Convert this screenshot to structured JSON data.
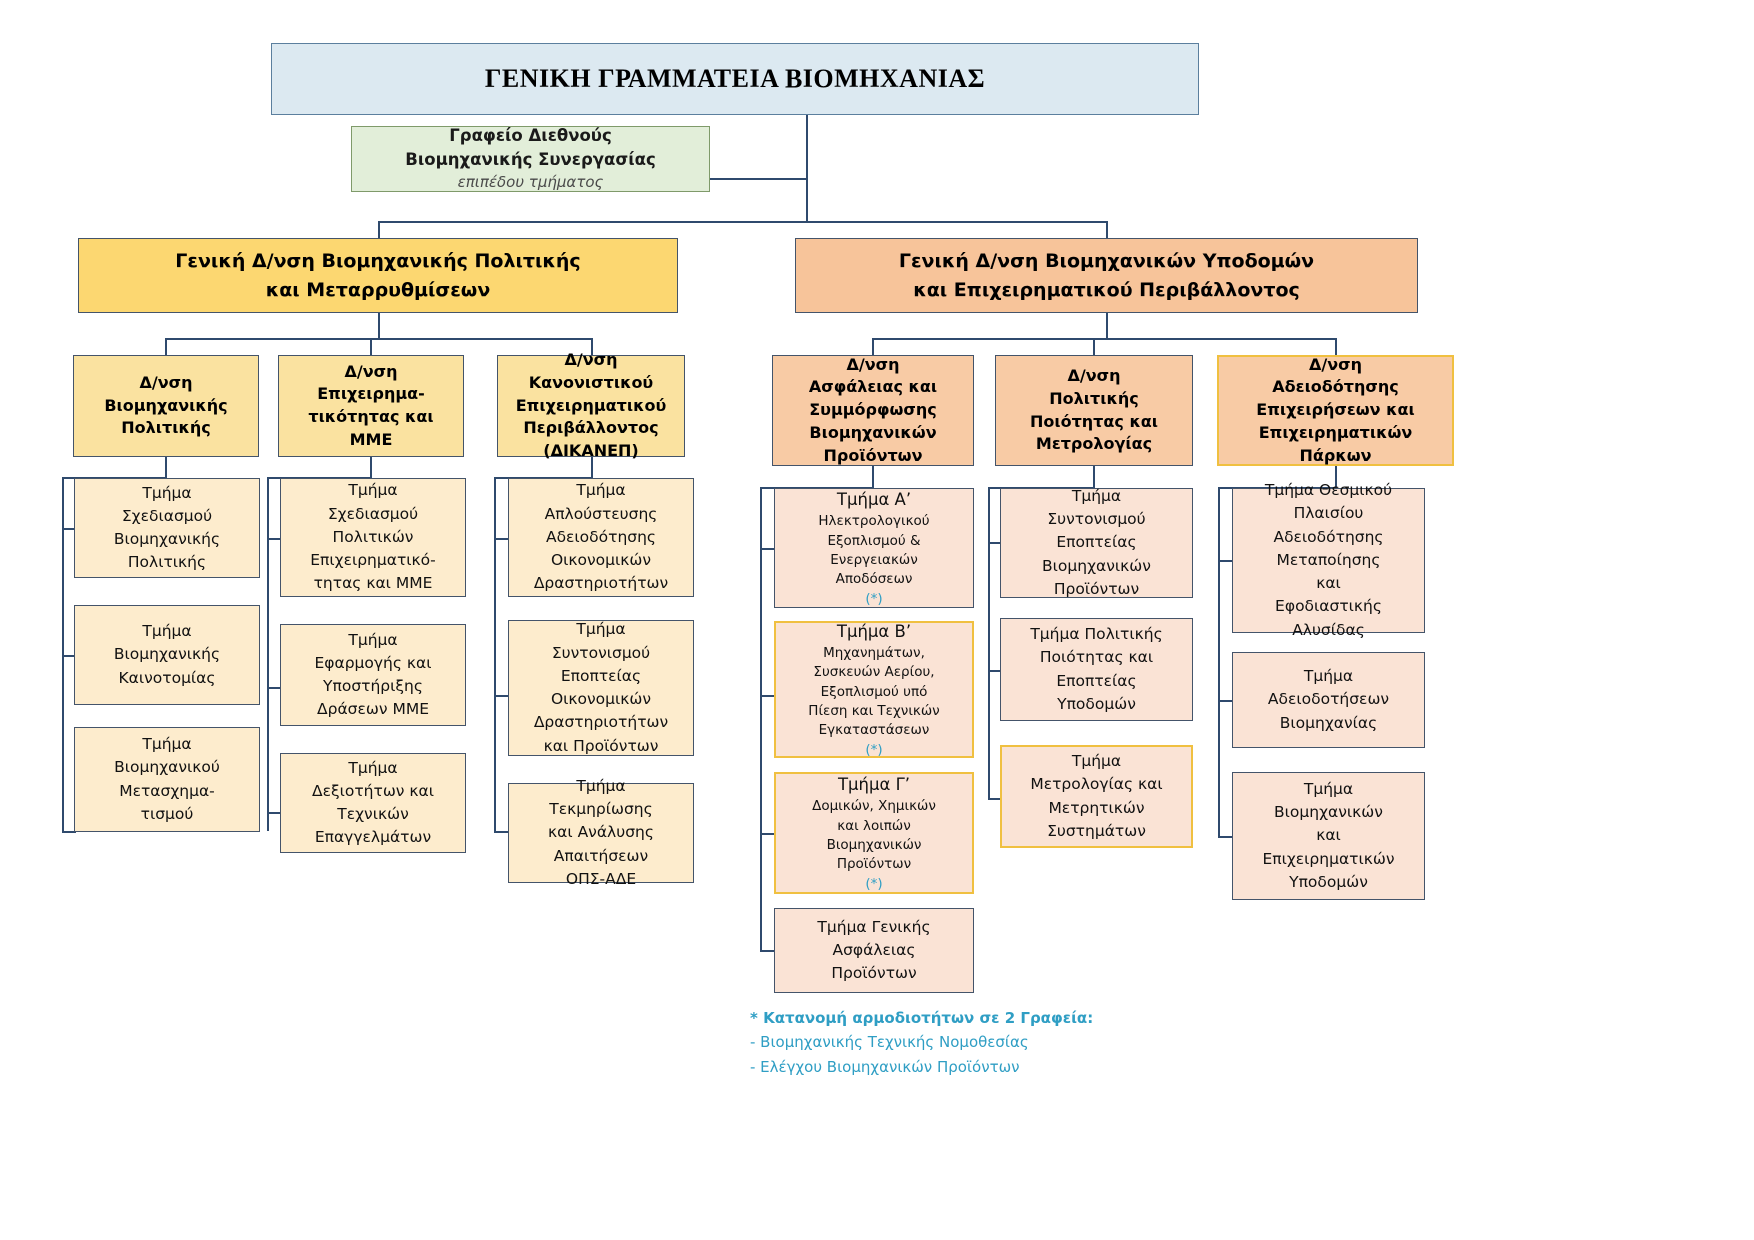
{
  "root": {
    "title": "ΓΕΝΙΚΗ ΓΡΑΜΜΑΤΕΙΑ ΒΙΟΜΗΧΑΝΙΑΣ"
  },
  "office": {
    "line1": "Γραφείο  Διεθνούς",
    "line2": "Βιομηχανικής Συνεργασίας",
    "subtitle": "επιπέδου τμήματος"
  },
  "general_directorates": [
    {
      "line1": "Γενική Δ/νση Βιομηχανικής Πολιτικής",
      "line2": "και Μεταρρυθμίσεων"
    },
    {
      "line1": "Γενική Δ/νση Βιομηχανικών Υποδομών",
      "line2": "και Επιχειρηματικού Περιβάλλοντος"
    }
  ],
  "directorates": [
    {
      "lines": [
        "Δ/νση",
        "Βιομηχανικής",
        "Πολιτικής"
      ]
    },
    {
      "lines": [
        "Δ/νση",
        "Επιχειρημα-",
        "τικότητας και",
        "ΜΜΕ"
      ]
    },
    {
      "lines": [
        "Δ/νση",
        "Κανονιστικού",
        "Επιχειρηματικού",
        "Περιβάλλοντος",
        "(ΔΙΚΑΝΕΠ)"
      ]
    },
    {
      "lines": [
        "Δ/νση",
        "Ασφάλειας και",
        "Συμμόρφωσης",
        "Βιομηχανικών",
        "Προϊόντων"
      ]
    },
    {
      "lines": [
        "Δ/νση",
        "Πολιτικής",
        "Ποιότητας και",
        "Μετρολογίας"
      ]
    },
    {
      "lines": [
        "Δ/νση",
        "Αδειοδότησης",
        "Επιχειρήσεων και",
        "Επιχειρηματικών",
        "Πάρκων"
      ]
    }
  ],
  "departments": {
    "col1": [
      {
        "lines": [
          "Τμήμα",
          "Σχεδιασμού",
          "Βιομηχανικής",
          "Πολιτικής"
        ]
      },
      {
        "lines": [
          "Τμήμα",
          "Βιομηχανικής",
          "Καινοτομίας"
        ]
      },
      {
        "lines": [
          "Τμήμα",
          "Βιομηχανικού",
          "Μετασχημα-",
          "τισμού"
        ]
      }
    ],
    "col2": [
      {
        "lines": [
          "Τμήμα",
          "Σχεδιασμού",
          "Πολιτικών",
          "Επιχειρηματικό-",
          "τητας και ΜΜΕ"
        ]
      },
      {
        "lines": [
          "Τμήμα",
          "Εφαρμογής και",
          "Υποστήριξης",
          "Δράσεων ΜΜΕ"
        ]
      },
      {
        "lines": [
          "Τμήμα",
          "Δεξιοτήτων και",
          "Τεχνικών",
          "Επαγγελμάτων"
        ]
      }
    ],
    "col3": [
      {
        "lines": [
          "Τμήμα",
          "Απλούστευσης",
          "Αδειοδότησης",
          "Οικονομικών",
          "Δραστηριοτήτων"
        ]
      },
      {
        "lines": [
          "Τμήμα",
          "Συντονισμού",
          "Εποπτείας",
          "Οικονομικών",
          "Δραστηριοτήτων",
          "και Προϊόντων"
        ]
      },
      {
        "lines": [
          "Τμήμα",
          "Τεκμηρίωσης",
          "και Ανάλυσης",
          "Απαιτήσεων",
          "ΟΠΣ-ΑΔΕ"
        ]
      }
    ],
    "col4": [
      {
        "head": "Τμήμα Α’",
        "lines": [
          "Ηλεκτρολογικού",
          "Εξοπλισμού &",
          "Ενεργειακών",
          "Αποδόσεων"
        ],
        "star": "(*)",
        "highlight": false
      },
      {
        "head": "Τμήμα Β’",
        "lines": [
          "Μηχανημάτων,",
          "Συσκευών Αερίου,",
          "Εξοπλισμού υπό",
          "Πίεση και Τεχνικών",
          "Εγκαταστάσεων"
        ],
        "star": "(*)",
        "highlight": true
      },
      {
        "head": "Τμήμα Γ’",
        "lines": [
          "Δομικών, Χημικών",
          "και λοιπών",
          "Βιομηχανικών",
          "Προϊόντων"
        ],
        "star": "(*)",
        "highlight": true
      },
      {
        "head": "",
        "lines": [
          "Τμήμα Γενικής",
          "Ασφάλειας",
          "Προϊόντων"
        ],
        "star": "",
        "highlight": false
      }
    ],
    "col5": [
      {
        "lines": [
          "Τμήμα",
          "Συντονισμού",
          "Εποπτείας",
          "Βιομηχανικών",
          "Προϊόντων"
        ],
        "highlight": false
      },
      {
        "lines": [
          "Τμήμα Πολιτικής",
          "Ποιότητας και",
          "Εποπτείας",
          "Υποδομών"
        ],
        "highlight": false
      },
      {
        "lines": [
          "Τμήμα",
          "Μετρολογίας και",
          "Μετρητικών",
          "Συστημάτων"
        ],
        "highlight": true
      }
    ],
    "col6": [
      {
        "lines": [
          "Τμήμα Θεσμικού",
          "Πλαισίου",
          "Αδειοδότησης",
          "Μεταποίησης",
          "και",
          "Εφοδιαστικής",
          "Αλυσίδας"
        ]
      },
      {
        "lines": [
          "Τμήμα",
          "Αδειοδοτήσεων",
          "Βιομηχανίας"
        ]
      },
      {
        "lines": [
          "Τμήμα",
          "Βιομηχανικών",
          "και",
          "Επιχειρηματικών",
          "Υποδομών"
        ]
      }
    ]
  },
  "footnote": {
    "title": "* Κατανομή αρμοδιοτήτων σε 2 Γραφεία:",
    "items": [
      "- Βιομηχανικής Τεχνικής Νομοθεσίας",
      "- Ελέγχου Βιομηχανικών Προϊόντων"
    ]
  },
  "colors": {
    "root_fill": "#dce9f1",
    "office_fill": "#e2eed9",
    "gd_yellow": "#fcd771",
    "gd_orange": "#f7c49a",
    "dir_yellow": "#fae2a0",
    "dir_orange": "#f8cba5",
    "dep_yellow": "#fdeccd",
    "dep_orange": "#fae3d5",
    "highlight_border": "#f0c040",
    "line": "#2f4a6d",
    "accent_text": "#2f9ec4"
  }
}
